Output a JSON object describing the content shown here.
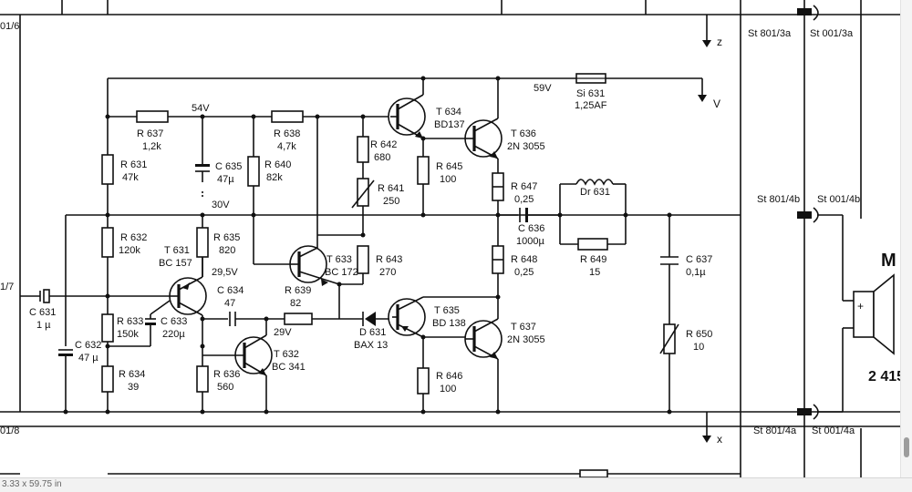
{
  "statusbar": {
    "page_size": "3.33 x 59.75 in"
  },
  "schematic": {
    "connectors": {
      "left_top": "01/6",
      "left_input": "1/7",
      "left_bottom": "01/8",
      "st801_3a": "St 801/3a",
      "st001_3a": "St 001/3a",
      "st801_4b": "St 801/4b",
      "st001_4b": "St 001/4b",
      "st801_4a": "St 801/4a",
      "st001_4a": "St 001/4a"
    },
    "rails": {
      "z": "z",
      "v": "V",
      "x": "x"
    },
    "voltages": {
      "v59": "59V",
      "v54": "54V",
      "v30": "30V",
      "v29_5": "29,5V",
      "v29": "29V"
    },
    "fuse": {
      "name": "Si 631",
      "value": "1,25AF"
    },
    "resistors": {
      "r631": {
        "name": "R 631",
        "value": "47k"
      },
      "r632": {
        "name": "R 632",
        "value": "120k"
      },
      "r633": {
        "name": "R 633",
        "value": "150k"
      },
      "r634": {
        "name": "R 634",
        "value": "39"
      },
      "r635": {
        "name": "R 635",
        "value": "820"
      },
      "r636": {
        "name": "R 636",
        "value": "560"
      },
      "r637": {
        "name": "R 637",
        "value": "1,2k"
      },
      "r638": {
        "name": "R 638",
        "value": "4,7k"
      },
      "r639": {
        "name": "R 639",
        "value": "82"
      },
      "r640": {
        "name": "R 640",
        "value": "82k"
      },
      "r641": {
        "name": "R 641",
        "value": "250"
      },
      "r642": {
        "name": "R 642",
        "value": "680"
      },
      "r643": {
        "name": "R 643",
        "value": "270"
      },
      "r645": {
        "name": "R 645",
        "value": "100"
      },
      "r646": {
        "name": "R 646",
        "value": "100"
      },
      "r647": {
        "name": "R 647",
        "value": "0,25"
      },
      "r648": {
        "name": "R 648",
        "value": "0,25"
      },
      "r649": {
        "name": "R 649",
        "value": "15"
      },
      "r650": {
        "name": "R 650",
        "value": "10"
      }
    },
    "capacitors": {
      "c631": {
        "name": "C 631",
        "value": "1 µ"
      },
      "c632": {
        "name": "C 632",
        "value": "47 µ"
      },
      "c633": {
        "name": "C 633",
        "value": "220µ"
      },
      "c634": {
        "name": "C 634",
        "value": "47"
      },
      "c635": {
        "name": "C 635",
        "value": "47µ"
      },
      "c636": {
        "name": "C 636",
        "value": "1000µ"
      },
      "c637": {
        "name": "C 637",
        "value": "0,1µ"
      }
    },
    "transistors": {
      "t631": {
        "name": "T 631",
        "type": "BC 157"
      },
      "t632": {
        "name": "T 632",
        "type": "BC 341"
      },
      "t633": {
        "name": "T 633",
        "type": "BC 172"
      },
      "t634": {
        "name": "T 634",
        "type": "BD137"
      },
      "t635": {
        "name": "T 635",
        "type": "BD 138"
      },
      "t636": {
        "name": "T 636",
        "type": "2N 3055"
      },
      "t637": {
        "name": "T 637",
        "type": "2N 3055"
      }
    },
    "diode": {
      "name": "D 631",
      "type": "BAX 13"
    },
    "choke": {
      "name": "Dr 631"
    },
    "speaker": {
      "letter": "M",
      "plus": "+",
      "number": "2 415"
    }
  }
}
